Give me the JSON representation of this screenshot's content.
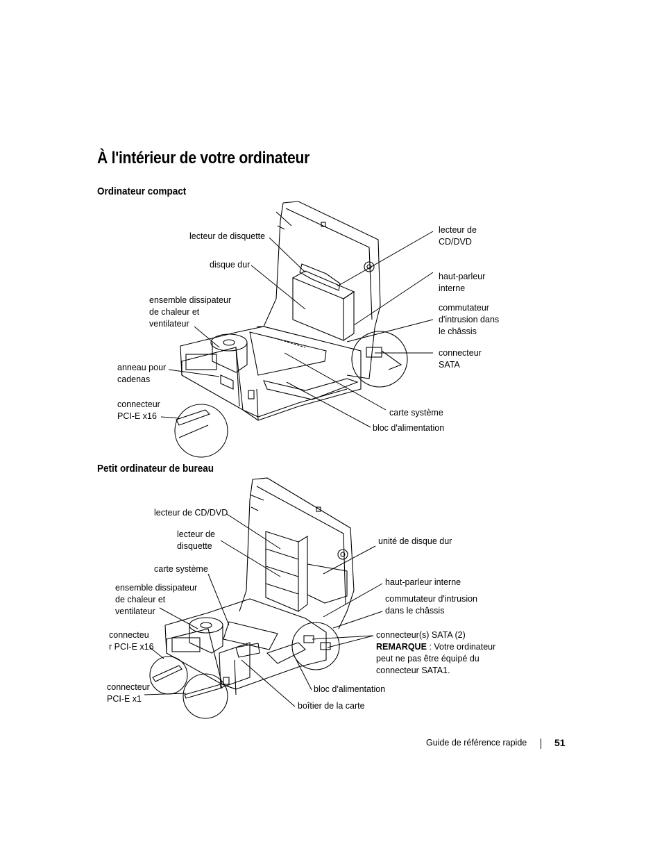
{
  "page_title": "À l'intérieur de votre ordinateur",
  "section_compact": {
    "title": "Ordinateur compact",
    "labels": {
      "floppy": "lecteur de disquette",
      "hdd": "disque dur",
      "heatsink": [
        "ensemble dissipateur",
        "de chaleur et",
        "ventilateur"
      ],
      "padlock": [
        "anneau pour",
        "cadenas"
      ],
      "pcie16": [
        "connecteur",
        "PCI-E x16"
      ],
      "cd": [
        "lecteur de",
        "CD/DVD"
      ],
      "speaker": [
        "haut-parleur",
        "interne"
      ],
      "intrusion": [
        "commutateur",
        "d'intrusion dans",
        "le châssis"
      ],
      "sata": [
        "connecteur",
        "SATA"
      ],
      "board": "carte système",
      "psu": "bloc d'alimentation"
    }
  },
  "section_desktop": {
    "title": "Petit ordinateur de bureau",
    "labels": {
      "cd": "lecteur de CD/DVD",
      "floppy": [
        "lecteur de",
        "disquette"
      ],
      "board": "carte système",
      "heatsink": [
        "ensemble dissipateur",
        "de chaleur et",
        "ventilateur"
      ],
      "pcie16": [
        "connecteu",
        "r PCI-E x16"
      ],
      "pcie1": [
        "connecteur",
        "PCI-E x1"
      ],
      "hdd": "unité de disque dur",
      "speaker": "haut-parleur interne",
      "intrusion": [
        "commutateur d'intrusion",
        "dans le châssis"
      ],
      "sata": "connecteur(s) SATA (2)",
      "note_label": "REMARQUE",
      "note_text": " : Votre ordinateur",
      "note_lines": [
        "peut ne pas être équipé du",
        "connecteur SATA1."
      ],
      "psu": "bloc d'alimentation",
      "card_cage": "boîtier de la carte"
    }
  },
  "footer": {
    "guide": "Guide de référence rapide",
    "page_number": "51"
  }
}
